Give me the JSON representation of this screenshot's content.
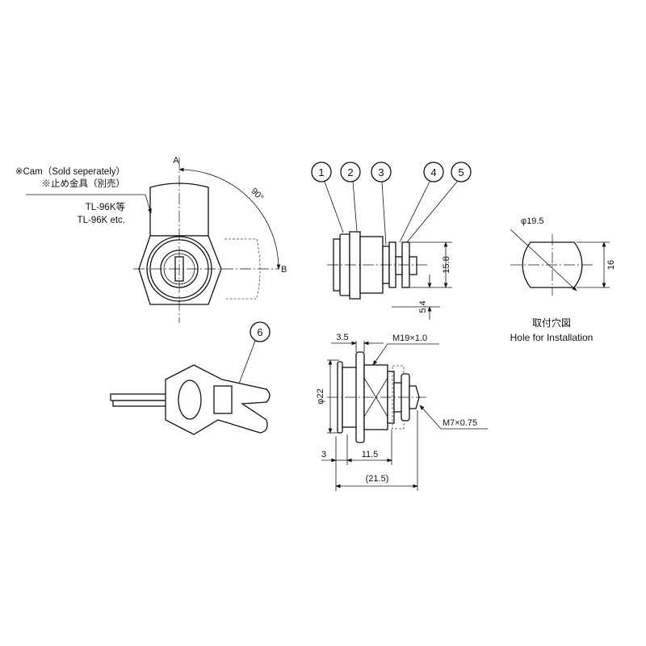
{
  "front_view": {
    "cam_note_en": "※Cam（Sold seperately）",
    "cam_note_jp": "※止め金具（別売）",
    "model_jp": "TL-96K等",
    "model_en": "TL-96K etc.",
    "axis_a": "A",
    "axis_b": "B",
    "angle": "90°"
  },
  "side_view": {
    "balloons": [
      "1",
      "2",
      "3",
      "4",
      "5"
    ],
    "dim_height": "15.8",
    "dim_offset": "5.4"
  },
  "hole": {
    "diameter": "φ19.5",
    "width": "16",
    "title_jp": "取付穴図",
    "title_en": "Hole for Installation"
  },
  "key": {
    "balloon": "6"
  },
  "bottom_view": {
    "dim_flange": "3.5",
    "thread_main": "M19×1.0",
    "diameter": "φ22",
    "thread_tip": "M7×0.75",
    "dim_head": "3",
    "dim_body": "11.5",
    "dim_total": "(21.5)"
  }
}
